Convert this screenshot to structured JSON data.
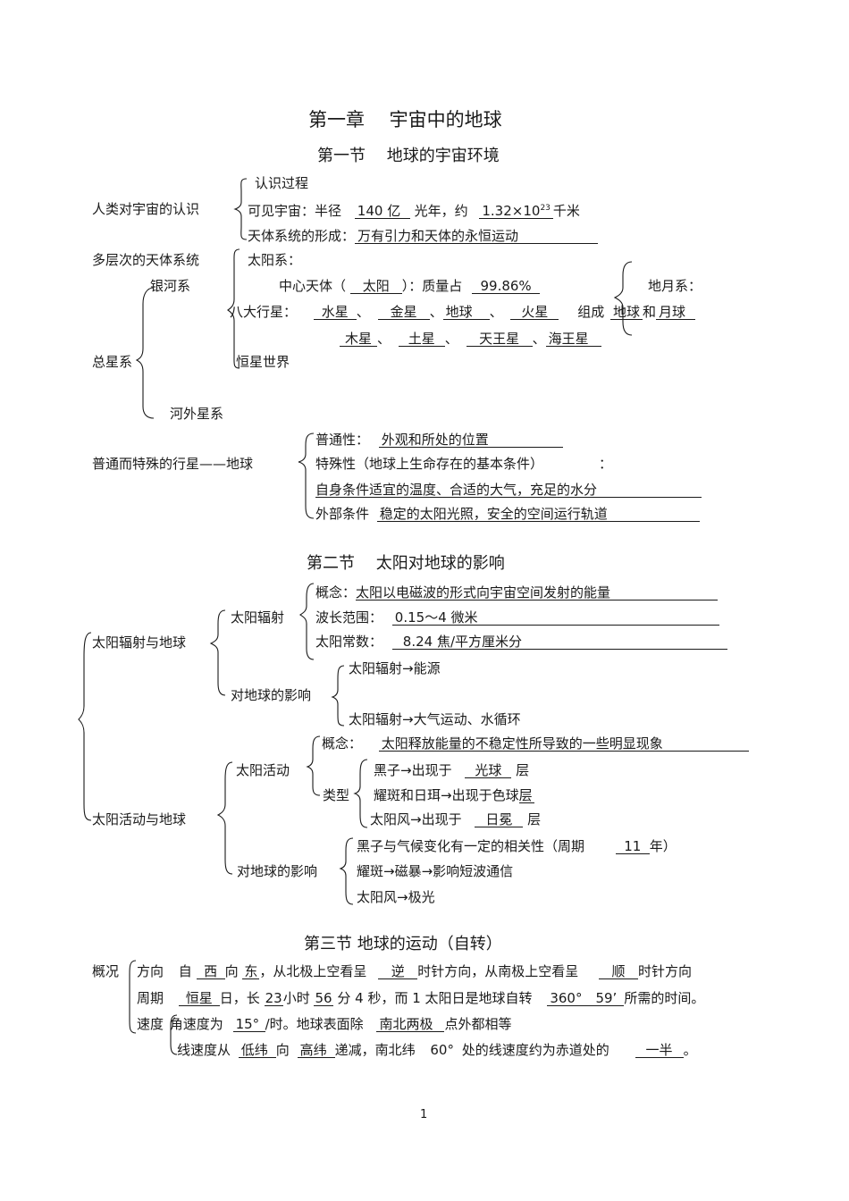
{
  "chapter_title": "第一章　 宇宙中的地球",
  "s1": {
    "title": "第一节　 地球的宇宙环境",
    "human": {
      "label": "人类对宇宙的认识",
      "process": "认识过程",
      "visible_a": "可见宇宙：半径",
      "radius": "140 亿",
      "visible_b": "光年，约",
      "km_base": "1.32×10",
      "km_exp": "23",
      "km_unit": "千米",
      "formation_a": "天体系统的形成：",
      "formation_b": "万有引力和天体的永恒运动"
    },
    "multi": {
      "label": "多层次的天体系统",
      "solar": "太阳系：",
      "galaxy": "银河系",
      "center_a": "中心天体（",
      "center_val": "太阳",
      "center_b": "）：质量占",
      "mass": "99.86%",
      "earth_moon": "地月系：",
      "planets_label": "八大行星：",
      "p_mercury": "水星",
      "p_venus": "金星",
      "p_earth": "地球",
      "p_mars": "火星",
      "compose": "组成",
      "em_earth": "地球",
      "em_and": "和",
      "em_moon": "月球",
      "p_jupiter": "木星",
      "p_saturn": "土星",
      "p_uranus": "天王星",
      "p_neptune": "海王星",
      "sep1": "、",
      "total": "总星系",
      "stars": "恒星世界",
      "extra": "河外星系"
    },
    "planet": {
      "label": "普通而特殊的行星——地球",
      "common_a": "普通性：",
      "common_b": "外观和所处的位置",
      "special": "特殊性（地球上生命存在的基本条件）",
      "colon": "：",
      "self": "自身条件适宜的温度、合适的大气，充足的水分",
      "ext_a": "外部条件",
      "ext_b": "稳定的太阳光照，安全的空间运行轨道"
    }
  },
  "s2": {
    "title": "第二节　 太阳对地球的影响",
    "rad_earth": "太阳辐射与地球",
    "rad": "太阳辐射",
    "concept_a": "概念：",
    "concept_b": "太阳以电磁波的形式向宇宙空间发射的能量",
    "wave_a": "波长范围：",
    "wave_b": "0.15～4 微米",
    "const_a": "太阳常数：",
    "const_b": "8.24 焦/平方厘米分",
    "influence": "对地球的影响",
    "energy": "太阳辐射→能源",
    "atmos": "太阳辐射→大气运动、水循环",
    "act_earth": "太阳活动与地球",
    "activity": "太阳活动",
    "act_concept_a": "概念：",
    "act_concept_b": "太阳释放能量的不稳定性所导致的一些明显现象",
    "types": "类型",
    "spot_a": "黑子→出现于",
    "spot_b": "光球",
    "layer": "层",
    "flare_a": "耀斑和日珥→出现于色球",
    "flare_b": "层",
    "wind_a": "太阳风→出现于",
    "wind_b": "日冕",
    "influence2": "对地球的影响",
    "climate_a": "黑子与气候变化有一定的相关性（周期",
    "climate_b": "11",
    "climate_c": "年）",
    "radio": "耀斑→磁暴→影响短波通信",
    "aurora": "太阳风→极光"
  },
  "s3": {
    "title": "第三节  地球的运动（自转）",
    "overview": "概况",
    "dir_a": "方向",
    "dir_from": "自",
    "dir_west": "西",
    "dir_to": "向",
    "dir_east": "东",
    "dir_b": "，从北极上空看呈",
    "dir_ccw": "逆",
    "dir_c": "时针方向，从南极上空看呈",
    "dir_cw": "顺",
    "dir_d": "时针方向",
    "per_a": "周期",
    "per_sid": "恒星",
    "per_day": "日，长",
    "per_h": "23",
    "per_hour": "小时",
    "per_m": "56",
    "per_rest": "分 4 秒，而 1 太阳日是地球自转",
    "per_deg": "360°　59’",
    "per_end": "所需的时间。",
    "speed": "速度",
    "ang_a": "角速度为",
    "ang_b": "15°",
    "ang_c": "/时。地球表面除",
    "ang_d": "南北两极",
    "ang_e": "点外都相等",
    "lin_a": "线速度从",
    "lin_b": "低纬",
    "lin_c": "向",
    "lin_d": "高纬",
    "lin_e": "递减，南北纬",
    "lin_f": "60°",
    "lin_g": "处的线速度约为赤道处的",
    "lin_h": "一半",
    "lin_i": "。"
  },
  "page_number": "1"
}
